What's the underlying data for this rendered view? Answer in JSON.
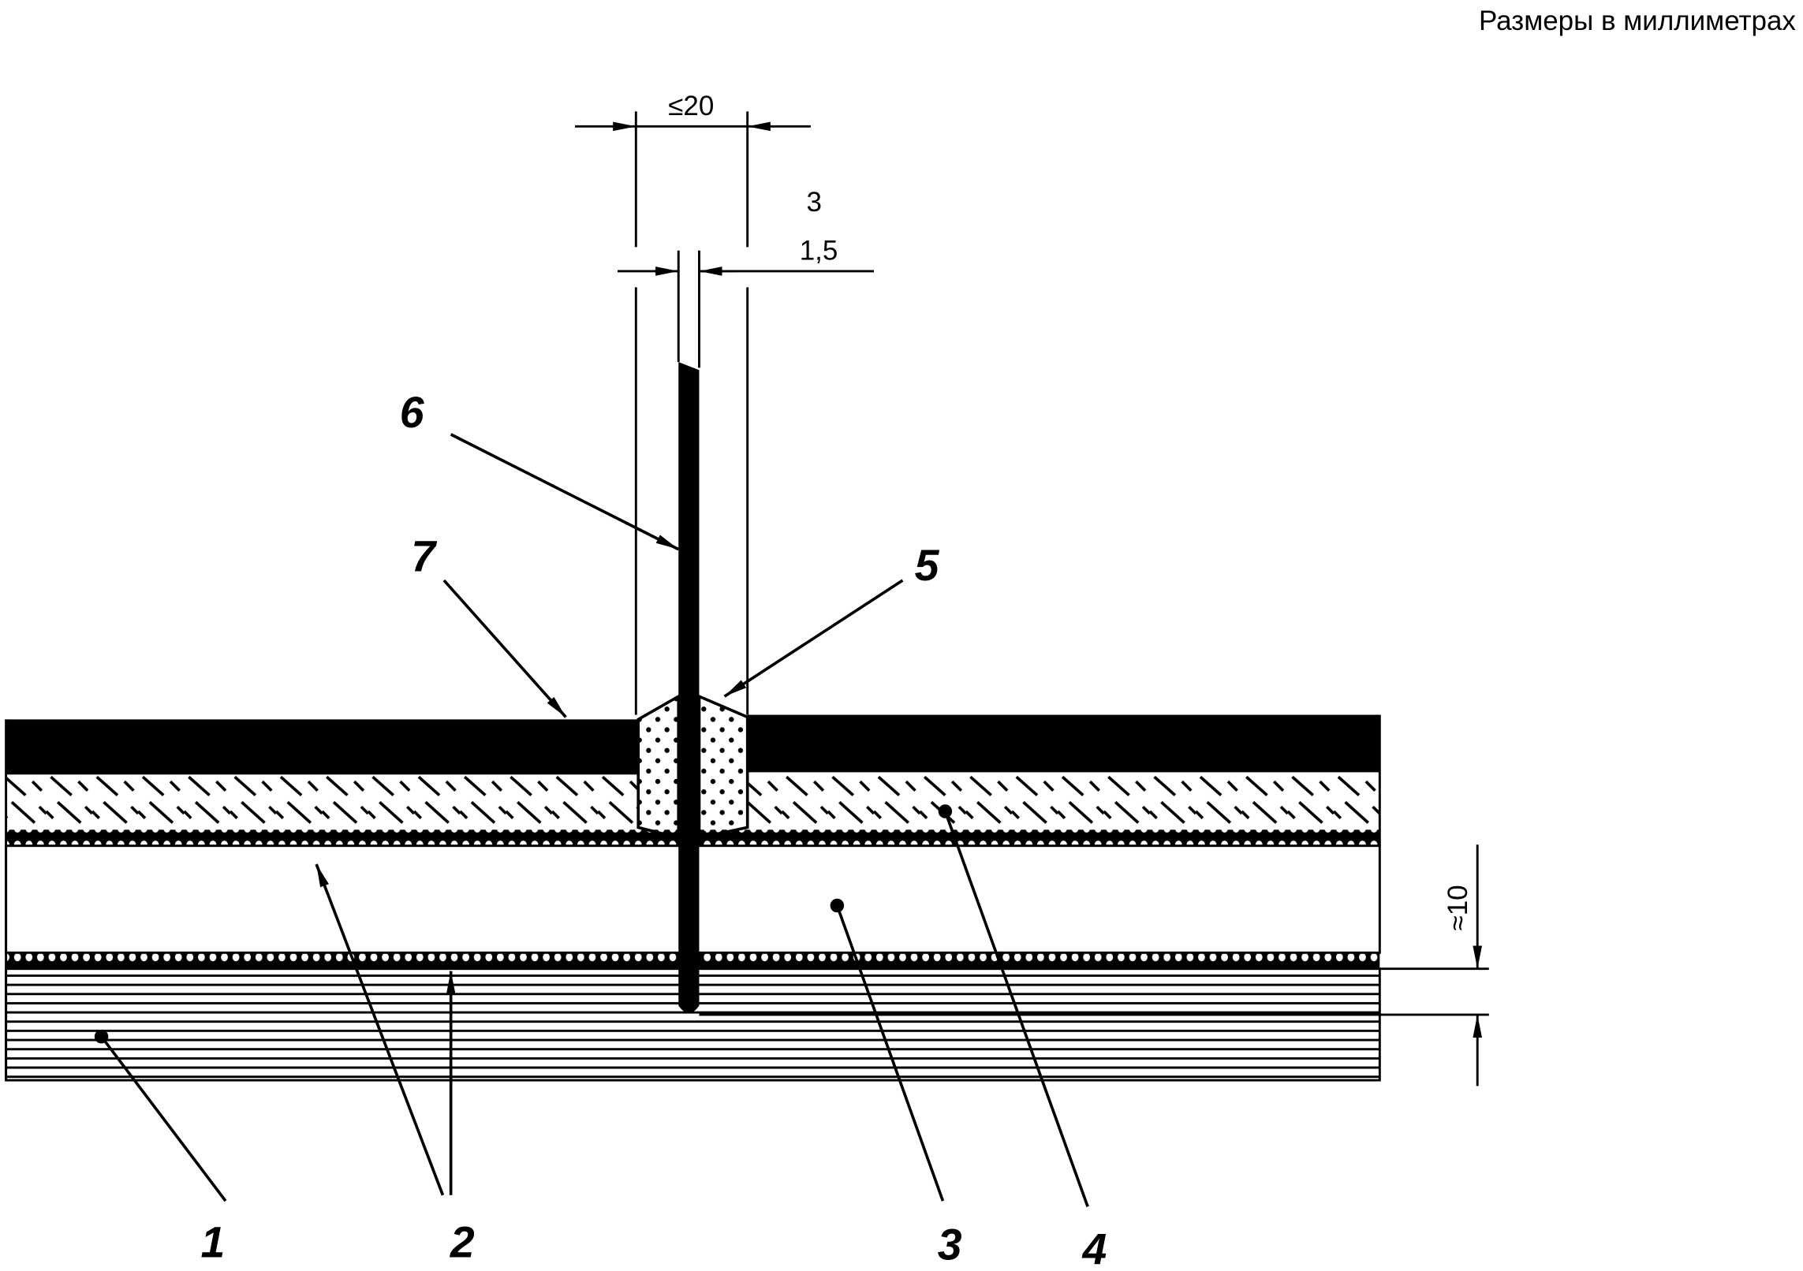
{
  "header": {
    "units_note": "Размеры в миллиметрах"
  },
  "dimensions": {
    "gap_width": "≤20",
    "rod_diameter_a": "3",
    "rod_diameter_b": "1,5",
    "penetration_depth": "≈10"
  },
  "callouts": {
    "c1": "1",
    "c2": "2",
    "c3": "3",
    "c4": "4",
    "c5": "5",
    "c6": "6",
    "c7": "7"
  }
}
